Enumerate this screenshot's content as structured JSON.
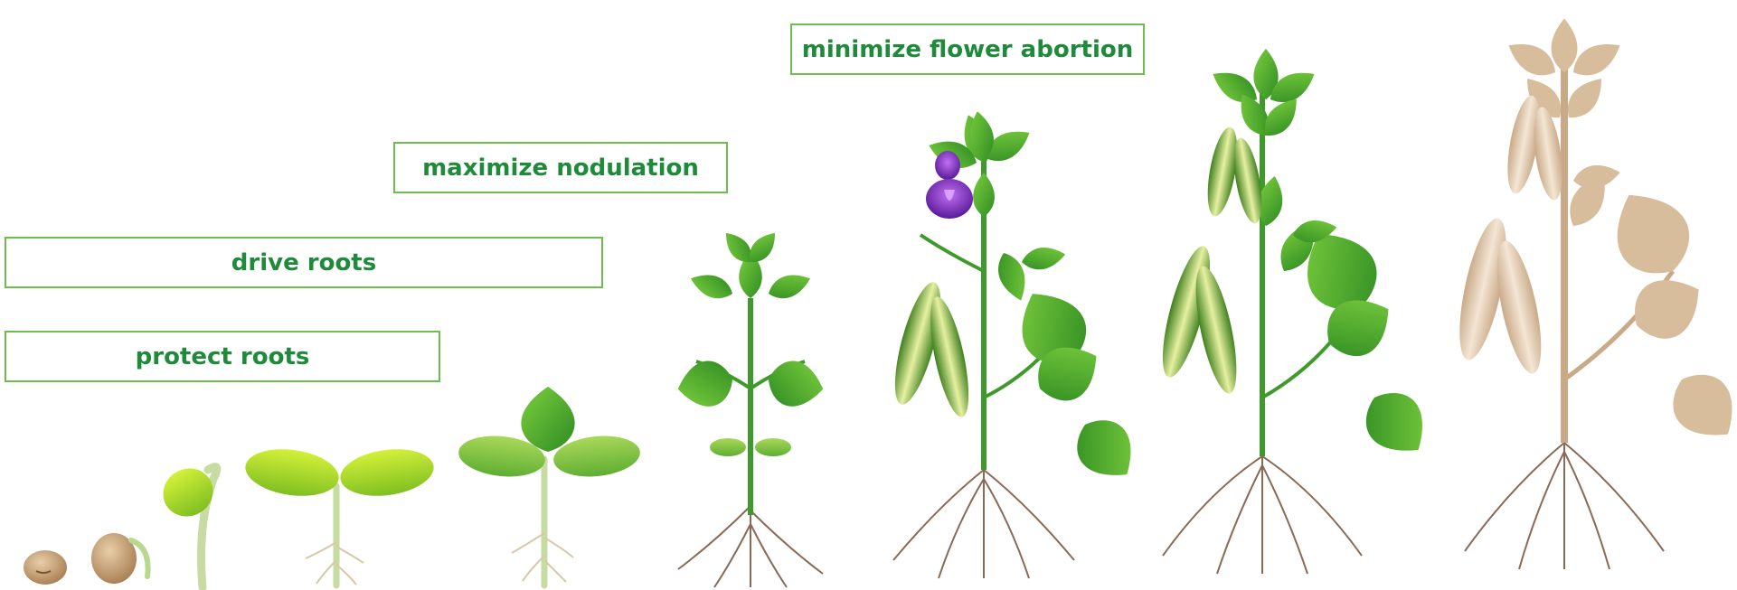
{
  "labels": {
    "protect_roots": "protect roots",
    "drive_roots": "drive roots",
    "maximize_nodulation": "maximize nodulation",
    "minimize_flower_abortion": "minimize flower abortion"
  },
  "colors": {
    "label_text": "#1e8a3a",
    "label_border": "#6cbf4a",
    "leaf_green": "#3f9e2c",
    "cotyledon_lime": "#a6d82e",
    "seed_tan": "#c8a47a",
    "root_brown": "#8a6a55",
    "flower_purple": "#7b2fbf",
    "senescent_beige": "#d8bd9c"
  },
  "stages": [
    {
      "name": "seed"
    },
    {
      "name": "germinating-seed"
    },
    {
      "name": "emergence"
    },
    {
      "name": "cotyledon"
    },
    {
      "name": "unifoliate"
    },
    {
      "name": "vegetative-trifoliate"
    },
    {
      "name": "flowering"
    },
    {
      "name": "pod-fill"
    },
    {
      "name": "maturity"
    }
  ]
}
